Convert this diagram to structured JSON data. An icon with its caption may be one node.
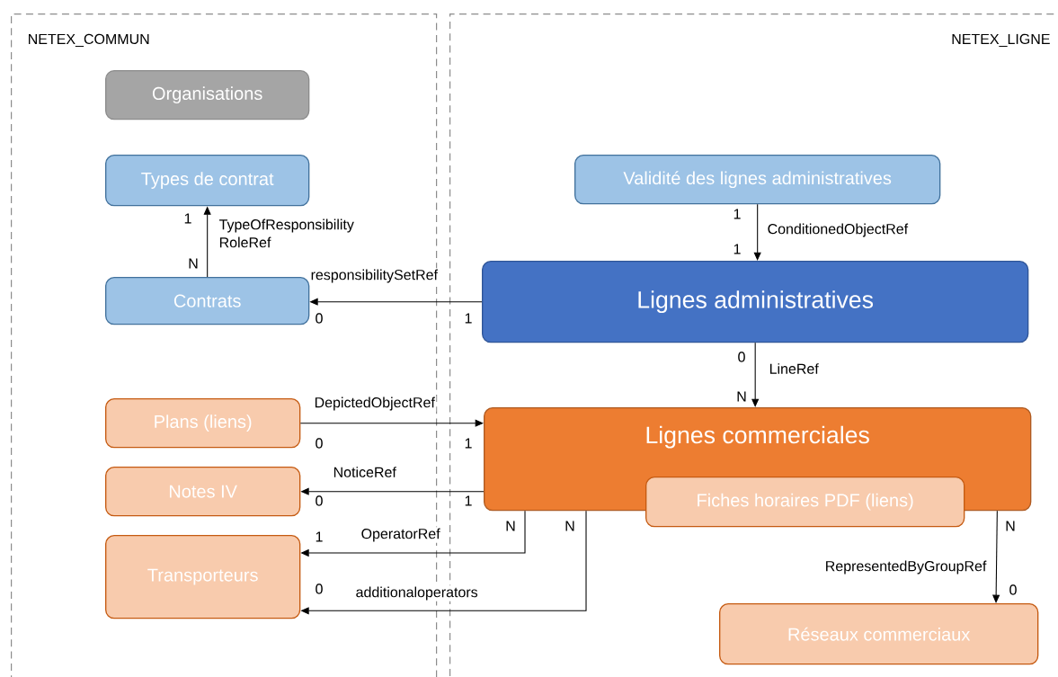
{
  "diagram": {
    "nodes": [
      {
        "text": [
          "NETEX_COMMUN"
        ]
      },
      {
        "text": [
          "Organisations"
        ],
        "in": 0
      },
      {
        "text": [
          "Types de contrat"
        ],
        "in": 0
      },
      {
        "text": [
          "Contrats"
        ],
        "in": 0
      },
      {
        "text": [
          "Plans (liens)"
        ],
        "in": 0
      },
      {
        "text": [
          "Notes IV"
        ],
        "in": 0
      },
      {
        "text": [
          "Transporteurs"
        ],
        "in": 0
      },
      {
        "text": [
          "NETEX_LIGNE"
        ]
      },
      {
        "text": [
          "Validité des lignes administratives"
        ],
        "in": 7
      },
      {
        "text": [
          "Lignes administratives"
        ],
        "in": 7
      },
      {
        "text": [
          "Lignes commerciales"
        ],
        "in": 7
      },
      {
        "text": [
          "Fiches horaires PDF (liens)"
        ],
        "in": 7
      },
      {
        "text": [
          "Réseaux commerciaux"
        ],
        "in": 7
      }
    ],
    "edges": [
      {
        "from": 3,
        "to": 2,
        "arrow": "to",
        "label": "TypeOfResponsibility RoleRef"
      },
      {
        "from": 9,
        "to": 3,
        "arrow": "to",
        "label": "responsibilitySetRef"
      },
      {
        "from": 8,
        "to": 9,
        "arrow": "to",
        "label": "ConditionedObjectRef"
      },
      {
        "from": 9,
        "to": 10,
        "arrow": "to",
        "label": "LineRef"
      },
      {
        "from": 4,
        "to": 10,
        "arrow": "to",
        "label": "DepictedObjectRef"
      },
      {
        "from": 10,
        "to": 5,
        "arrow": "to",
        "label": "NoticeRef"
      },
      {
        "from": 10,
        "to": 6,
        "arrow": "to",
        "label": "OperatorRef"
      },
      {
        "from": 10,
        "to": 6,
        "arrow": "to",
        "label": "additionaloperators"
      },
      {
        "from": 10,
        "to": 12,
        "arrow": "to",
        "label": "RepresentedByGroupRef"
      }
    ],
    "labels": [
      "1",
      "1",
      "1",
      "N",
      "0",
      "1",
      "0",
      "N",
      "0",
      "1",
      "0",
      "1",
      "N",
      "N",
      "N",
      "1",
      "0",
      "0"
    ]
  }
}
